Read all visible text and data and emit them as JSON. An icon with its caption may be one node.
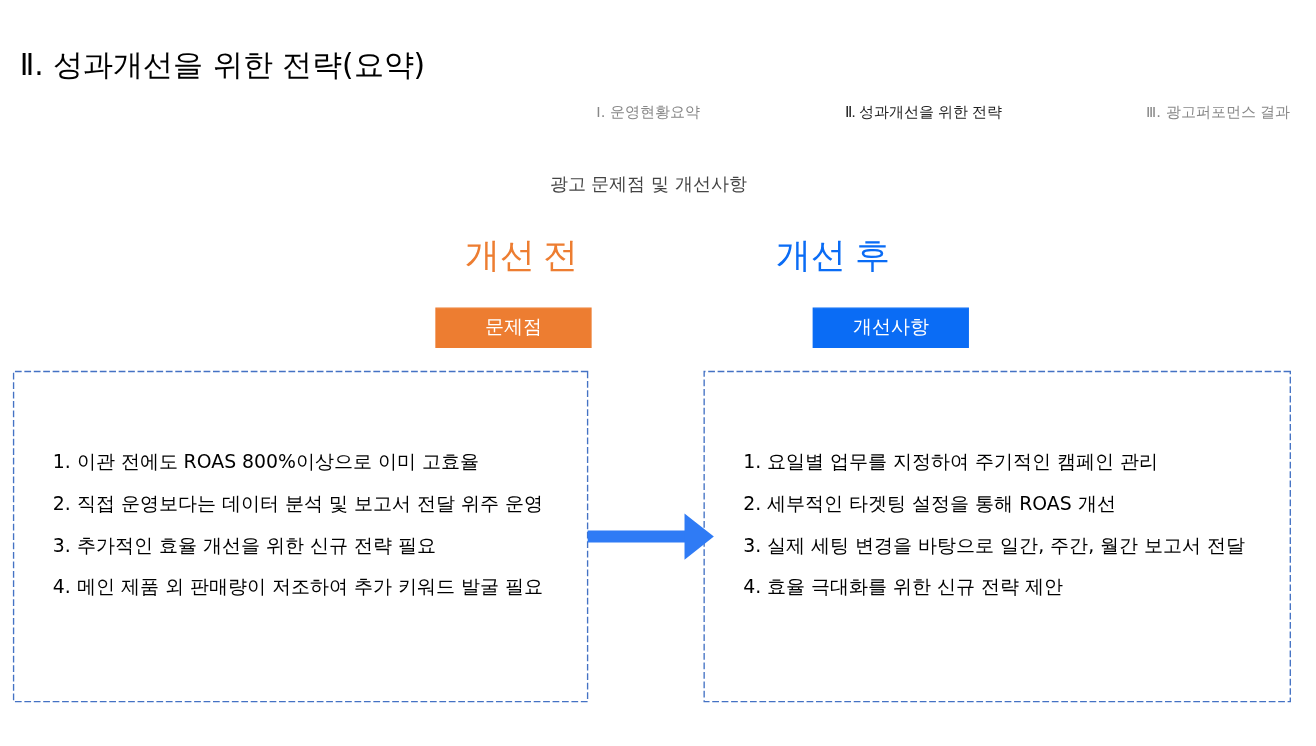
{
  "diagram": {
    "title": "Ⅱ. 성과개선을 위한 전략(요약)",
    "nodes": [
      {
        "text": [
          "문제점"
        ]
      },
      {
        "text": [
          "1. 이관 전에도 ROAS 800%이상으로 이미 고효율",
          "2. 직접 운영보다는 데이터 분석 및 보고서 전달 위주 운영",
          "3. 추가적인 효율 개선을 위한 신규 전략 필요",
          "4. 메인 제품 외 판매량이 저조하여 추가 키워드 발굴 필요"
        ]
      },
      {
        "text": [
          "개선사항"
        ]
      },
      {
        "text": [
          "1. 요일별 업무를 지정하여 주기적인 캠페인 관리",
          "2. 세부적인 타겟팅 설정을 통해 ROAS 개선",
          "3. 실제 세팅 변경을 바탕으로 일간, 주간, 월간 보고서 전달",
          "4. 효율 극대화를 위한 신규 전략 제안"
        ]
      }
    ],
    "edges": [
      {
        "from": 1,
        "to": 3,
        "arrow": "to"
      }
    ],
    "labels": [
      "Ⅰ. 운영현황요약",
      "Ⅱ. 성과개선을 위한 전략",
      "Ⅲ. 광고퍼포먼스 결과",
      "광고 문제점 및 개선사항",
      "개선 전",
      "개선 후"
    ]
  }
}
